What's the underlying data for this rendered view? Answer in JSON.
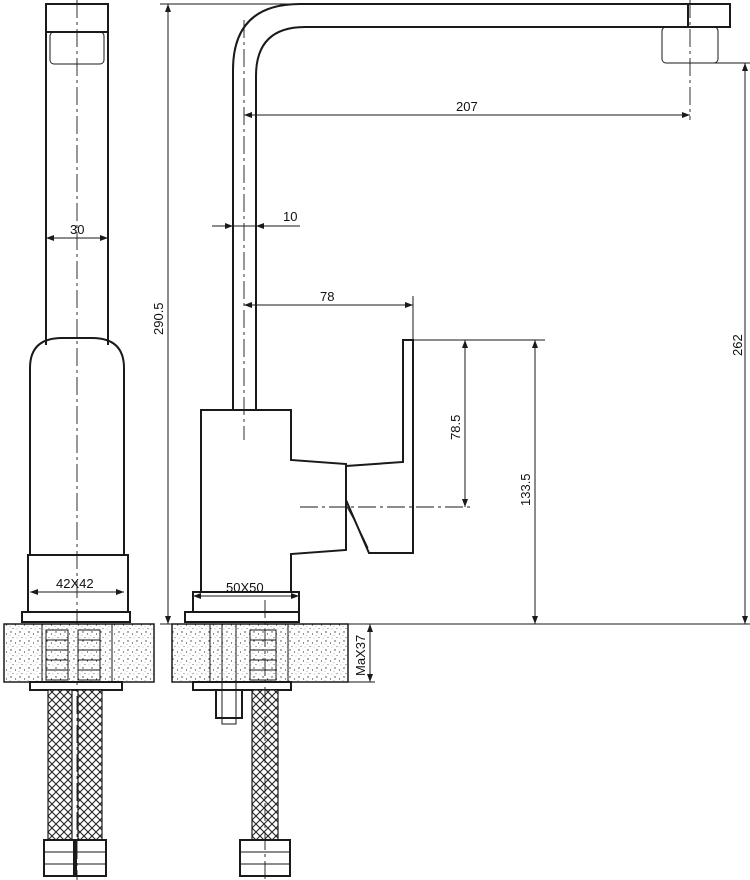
{
  "dimensions": {
    "spout_reach": "207",
    "spout_diameter": "10",
    "handle_offset": "78",
    "total_height": "290.5",
    "spout_height": "262",
    "handle_height": "78.5",
    "body_height": "133.5",
    "front_width": "30",
    "front_base": "42X42",
    "side_base": "50X50",
    "max_thickness": "MaX37"
  },
  "colors": {
    "line": "#1a1a1a",
    "background": "#ffffff",
    "countertop_fill": "#cfcfcf"
  }
}
